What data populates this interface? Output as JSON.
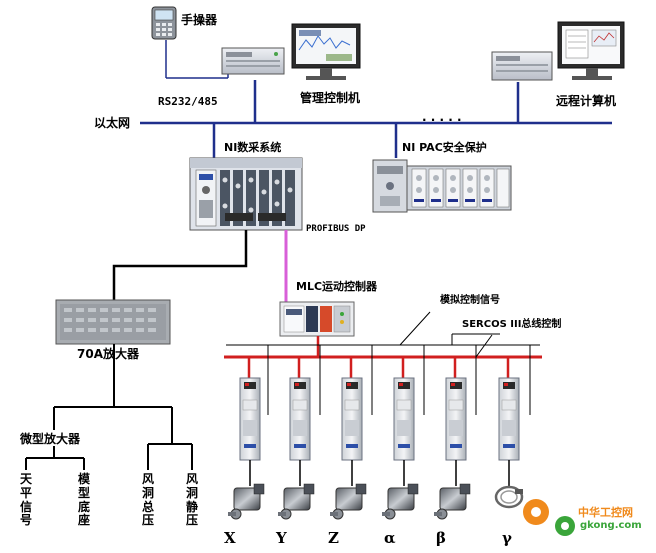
{
  "labels": {
    "handheld": "手操器",
    "rs232": "RS232/485",
    "mgmt_pc": "管理控制机",
    "remote_pc": "远程计算机",
    "ethernet": "以太网",
    "dots": "· · · · ·",
    "ni_daq": "NI数采系统",
    "ni_pac": "NI PAC安全保护",
    "profibus": "PROFIBUS DP",
    "mlc": "MLC运动控制器",
    "analog_signal": "模拟控制信号",
    "sercos": "SERCOS III总线控制",
    "amp70a": "70A放大器",
    "micro_amp": "微型放大器"
  },
  "vertical_labels": {
    "balance": "天平信号",
    "model_base": "模型底座",
    "tunnel_total": "风洞总压",
    "tunnel_static": "风洞静压"
  },
  "axes": [
    "X",
    "Y",
    "Z",
    "α",
    "β",
    "γ"
  ],
  "watermark": {
    "site_cn": "中华工控网",
    "site_url": "gkong.com"
  },
  "colors": {
    "network_line": "#1f2f8c",
    "bus_red": "#d11f1f",
    "profibus": "#d85fd8",
    "wire": "#000000",
    "watermark_orange": "#f08a1c",
    "watermark_green": "#3aa53a"
  }
}
